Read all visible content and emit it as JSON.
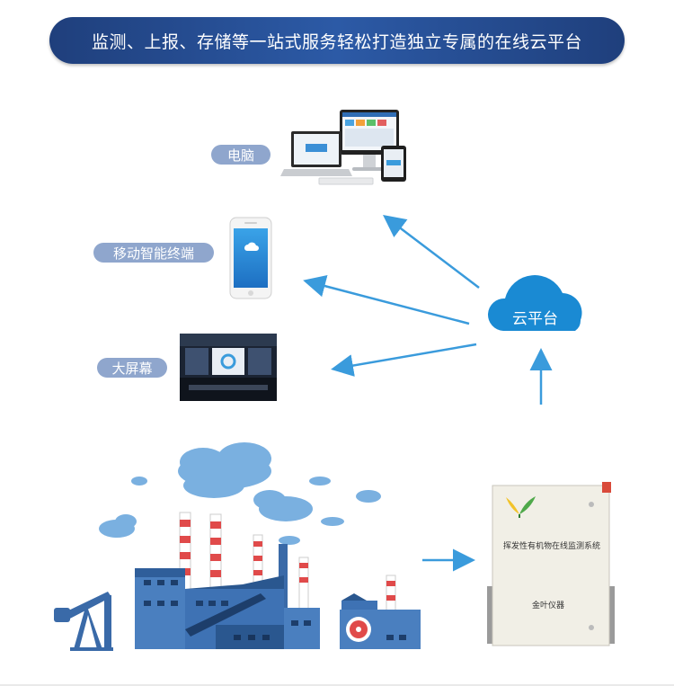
{
  "banner": {
    "title": "监测、上报、存储等一站式服务轻松打造独立专属的在线云平台"
  },
  "endpoints": {
    "computer": "电脑",
    "mobile": "移动智能终端",
    "big_screen": "大屏幕"
  },
  "cloud": {
    "label": "云平台"
  },
  "device": {
    "title": "挥发性有机物在线监测系统",
    "brand": "金叶仪器"
  },
  "colors": {
    "banner": "#2c5aa6",
    "arrow": "#3a9bdc",
    "pill": "#8fa6cd",
    "cloud": "#1a8ad3",
    "factory_blue": "#4a7fbf"
  }
}
